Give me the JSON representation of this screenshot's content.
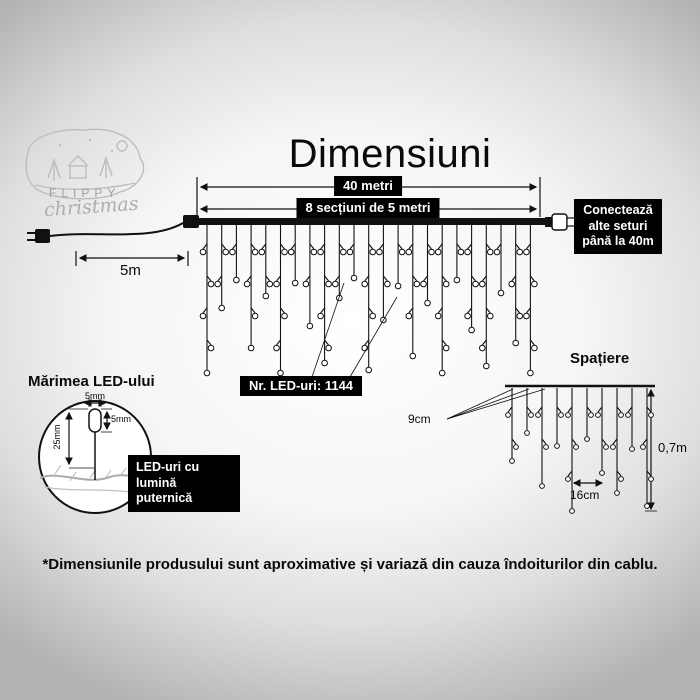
{
  "logo": {
    "brand_top": "FLIPPY",
    "brand_bottom": "christmas"
  },
  "title": "Dimensiuni",
  "main_diagram": {
    "total_length_label": "40 metri",
    "sections_label": "8 secțiuni de 5 metri",
    "lead_length_label": "5m",
    "connect_note": "Conectează alte seturi până la 40m",
    "led_count_label": "Nr. LED-uri: 1144"
  },
  "led_size": {
    "heading": "Mărimea LED-ului",
    "bulb_width": "5mm",
    "bulb_height": "5mm",
    "led_height": "25mm",
    "note": "LED-uri cu lumină puternică"
  },
  "spacing": {
    "heading": "Spațiere",
    "drop_spacing": "9cm",
    "bulb_spacing": "16cm",
    "drop_length": "0,7m"
  },
  "footer_note": "*Dimensiunile produsului sunt aproximative și variază din cauza îndoiturilor din cablu."
}
